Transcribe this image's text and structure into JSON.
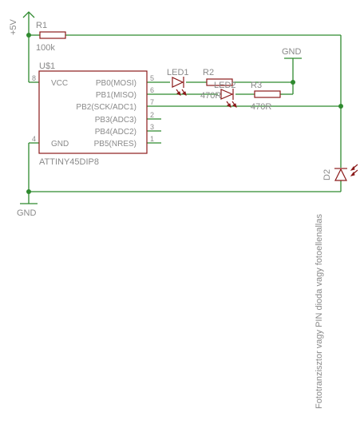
{
  "labels": {
    "vcc_supply": "+5V",
    "r1_name": "R1",
    "r1_value": "100k",
    "ic_name": "U$1",
    "ic_part": "ATTINY45DIP8",
    "led1_name": "LED1",
    "r2_name": "R2",
    "led2_name": "LED2",
    "r2_value": "470R",
    "r3_name": "R3",
    "r3_value": "470R",
    "gnd_top": "GND",
    "gnd_bottom": "GND",
    "d2_name": "D2",
    "d2_note": "Fototranzisztor vagy PIN dioda vagy fotoellenallas"
  },
  "ic": {
    "pins_left": [
      {
        "name": "VCC",
        "num": "8"
      },
      {
        "name": "GND",
        "num": "4"
      }
    ],
    "pins_right": [
      {
        "name": "PB0(MOSI)",
        "num": "5"
      },
      {
        "name": "PB1(MISO)",
        "num": "6"
      },
      {
        "name": "PB2(SCK/ADC1)",
        "num": "7"
      },
      {
        "name": "PB3(ADC3)",
        "num": "2"
      },
      {
        "name": "PB4(ADC2)",
        "num": "3"
      },
      {
        "name": "PB5(NRES)",
        "num": "1"
      }
    ]
  },
  "colors": {
    "wire": "#2f8a2f",
    "part": "#8b1a1a",
    "text": "#8a8a8a"
  }
}
